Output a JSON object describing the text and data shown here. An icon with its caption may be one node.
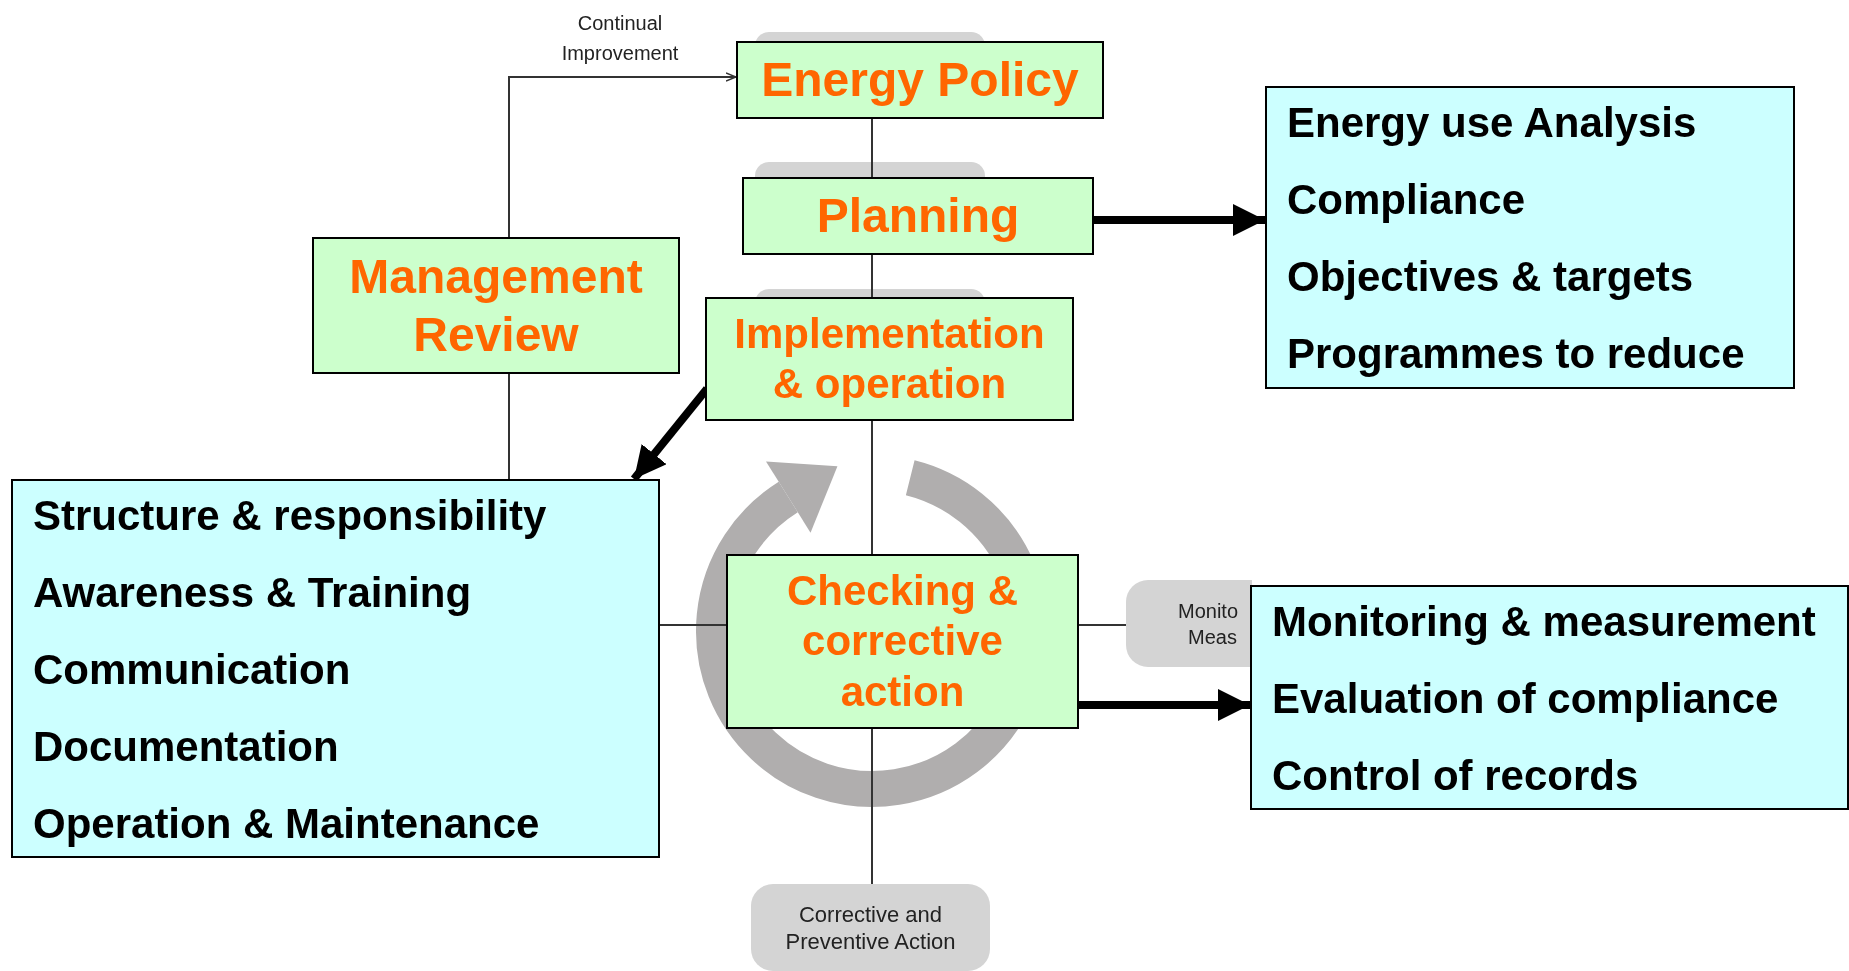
{
  "diagram": {
    "nodes": [
      {
        "text": [
          "Energy Policy"
        ]
      },
      {
        "text": [
          "Planning"
        ]
      },
      {
        "text": [
          "Management Review"
        ]
      },
      {
        "text": [
          "Implementation & operation"
        ]
      },
      {
        "text": [
          "Checking & corrective action"
        ]
      },
      {
        "text": [
          "Energy use Analysis",
          "Compliance",
          "Objectives & targets",
          "Programmes to reduce"
        ]
      },
      {
        "text": [
          "Structure & responsibility",
          "Awareness & Training",
          "Communication",
          "Documentation",
          "Operation & Maintenance"
        ]
      },
      {
        "text": [
          "Monito",
          "Meas"
        ]
      },
      {
        "text": [
          "Monitoring & measurement",
          "Evaluation of compliance",
          "Control of records"
        ]
      },
      {
        "text": [
          "Corrective and Preventive Action"
        ]
      }
    ],
    "edges": [
      {
        "from": 2,
        "to": 0,
        "arrow": "to",
        "label": "Continual Improvement"
      },
      {
        "from": 0,
        "to": 1,
        "arrow": "none"
      },
      {
        "from": 1,
        "to": 3,
        "arrow": "none"
      },
      {
        "from": 3,
        "to": 4,
        "arrow": "none"
      },
      {
        "from": 1,
        "to": 5,
        "arrow": "to",
        "style": "thick",
        "color": "#000000"
      },
      {
        "from": 3,
        "to": 6,
        "arrow": "to",
        "style": "thick",
        "color": "#000000"
      },
      {
        "from": 4,
        "to": 8,
        "arrow": "to",
        "style": "thick",
        "color": "#000000"
      },
      {
        "from": 4,
        "to": 7,
        "arrow": "none"
      },
      {
        "from": 4,
        "to": 9,
        "arrow": "none"
      },
      {
        "from": 2,
        "to": 6,
        "arrow": "none"
      },
      {
        "from": 6,
        "to": 4,
        "arrow": "none"
      }
    ]
  }
}
